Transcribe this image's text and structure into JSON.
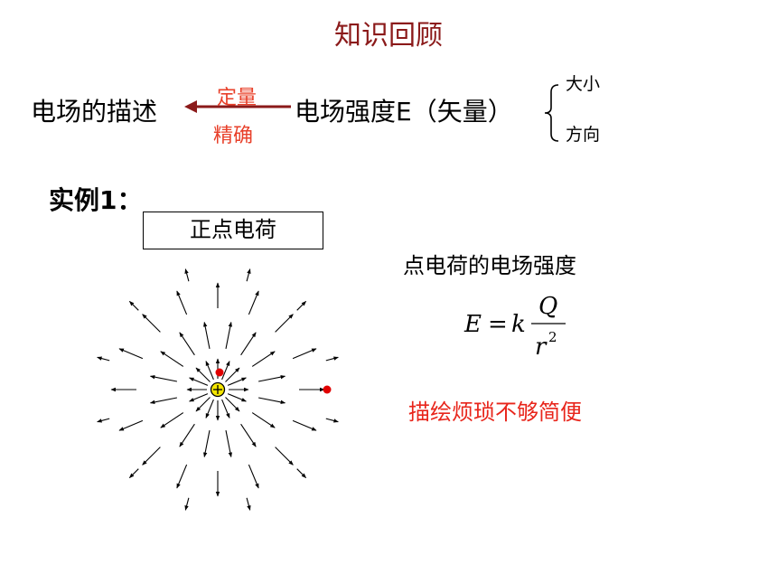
{
  "title": "知识回顾",
  "description": {
    "left_text": "电场的描述",
    "arrow_top": "定量",
    "arrow_bottom": "精确",
    "right_text": "电场强度E（矢量）",
    "brace_top": "大小",
    "brace_bottom": "方向"
  },
  "example": {
    "label": "实例1：",
    "charge_box": "正点电荷"
  },
  "formula": {
    "heading": "点电荷的电场强度",
    "lhs": "E",
    "equals": "=",
    "coef": "k",
    "numerator": "Q",
    "denominator": "r",
    "exponent": "2"
  },
  "conclusion": "描绘烦琐不够简便",
  "colors": {
    "title": "#8b1a1a",
    "accent": "#e8402a",
    "conclusion": "#e8251b",
    "charge_fill": "#f4e600",
    "test_points": "#e00000"
  },
  "icons": {
    "charge": "positive-charge-icon",
    "arrow": "left-arrow-icon",
    "brace": "left-brace-icon"
  }
}
